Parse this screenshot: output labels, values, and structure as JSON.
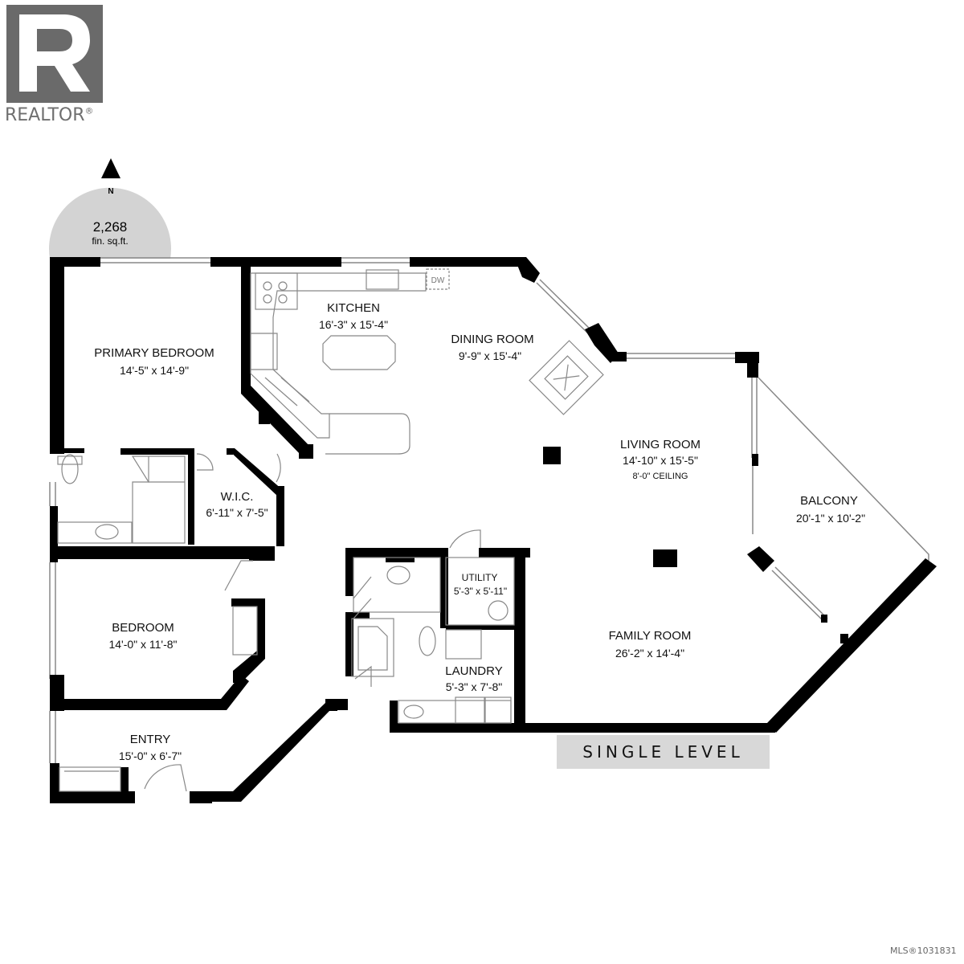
{
  "logo": {
    "text": "REALTOR",
    "mark": "®"
  },
  "compass": {
    "direction": "N",
    "area_value": "2,268",
    "area_unit": "fin. sq.ft."
  },
  "rooms": {
    "primary_bedroom": {
      "name": "PRIMARY BEDROOM",
      "dims": "14'-5\" x 14'-9\""
    },
    "kitchen": {
      "name": "KITCHEN",
      "dims": "16'-3\" x 15'-4\""
    },
    "dining_room": {
      "name": "DINING ROOM",
      "dims": "9'-9\" x 15'-4\""
    },
    "living_room": {
      "name": "LIVING ROOM",
      "dims": "14'-10\" x 15'-5\"",
      "note": "8'-0\" CEILING"
    },
    "balcony": {
      "name": "BALCONY",
      "dims": "20'-1\" x 10'-2\""
    },
    "wic": {
      "name": "W.I.C.",
      "dims": "6'-11\" x 7'-5\""
    },
    "utility": {
      "name": "UTILITY",
      "dims": "5'-3\" x 5'-11\""
    },
    "bedroom": {
      "name": "BEDROOM",
      "dims": "14'-0\" x 11'-8\""
    },
    "family_room": {
      "name": "FAMILY ROOM",
      "dims": "26'-2\" x 14'-4\""
    },
    "laundry": {
      "name": "LAUNDRY",
      "dims": "5'-3\" x 7'-8\""
    },
    "entry": {
      "name": "ENTRY",
      "dims": "15'-0\" x 6'-7\""
    }
  },
  "appliance_labels": {
    "dishwasher": "DW"
  },
  "level_label": "SINGLE LEVEL",
  "listing_id": "MLS®1031831",
  "colors": {
    "wall": "#000000",
    "fixture": "#888888",
    "compass_fill": "#d3d3d3",
    "logo": "#6a6a6a",
    "level_bg": "#d8d8d8"
  }
}
